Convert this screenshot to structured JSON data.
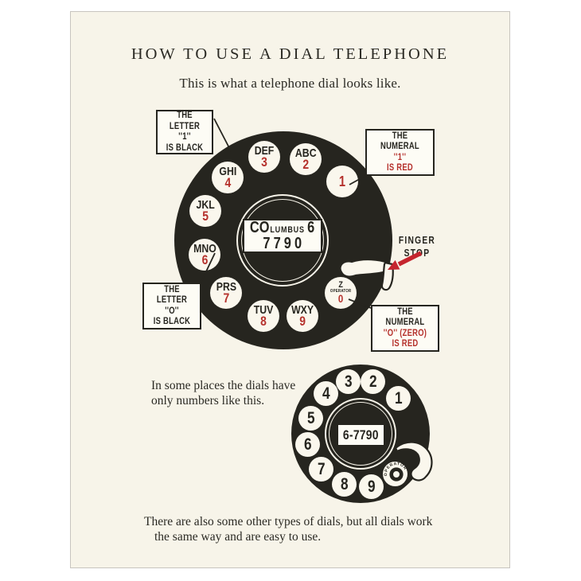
{
  "colors": {
    "poster_bg": "#f7f4e9",
    "ink": "#26251f",
    "red": "#b5312c",
    "arrow_red": "#c5252e",
    "hole_bg": "#faf7ed",
    "box_bg": "#fdfcf5"
  },
  "header": {
    "title": "HOW TO USE A DIAL TELEPHONE",
    "subtitle": "This is what a telephone dial looks like."
  },
  "callouts": {
    "letter_one": {
      "l1": "THE LETTER",
      "l2": "''1''",
      "l3": "IS BLACK"
    },
    "numeral_one": {
      "l1": "THE NUMERAL",
      "l2": "''1''",
      "l3": "IS RED"
    },
    "letter_o": {
      "l1": "THE LETTER",
      "l2": "''O''",
      "l3": "IS BLACK"
    },
    "numeral_zero": {
      "l1": "THE NUMERAL",
      "l2": "''O'' (ZERO)",
      "l3": "IS RED"
    },
    "finger_stop": {
      "l1": "FINGER",
      "l2": "STOP"
    }
  },
  "main_dial": {
    "center_label": {
      "prefix": "CO",
      "rest": "LUMBUS",
      "digit": "6",
      "number": "7790"
    },
    "one_hole": {
      "number": "1"
    },
    "holes": [
      {
        "letters": "ABC",
        "number": "2"
      },
      {
        "letters": "DEF",
        "number": "3"
      },
      {
        "letters": "GHI",
        "number": "4"
      },
      {
        "letters": "JKL",
        "number": "5"
      },
      {
        "letters": "MNO",
        "number": "6"
      },
      {
        "letters": "PRS",
        "number": "7"
      },
      {
        "letters": "TUV",
        "number": "8"
      },
      {
        "letters": "WXY",
        "number": "9"
      }
    ],
    "operator_hole": {
      "letter": "Z",
      "word": "OPERATOR",
      "number": "0"
    }
  },
  "middle_text": {
    "line1": "In some places the dials have",
    "line2": "only numbers like this."
  },
  "small_dial": {
    "center_label": "6-7790",
    "numbers": [
      "1",
      "2",
      "3",
      "4",
      "5",
      "6",
      "7",
      "8",
      "9"
    ],
    "operator": {
      "word": "OPERATOR"
    }
  },
  "footer": {
    "line1": "There are also some other types of dials, but all dials work",
    "line2": "the same way and are easy to use."
  }
}
